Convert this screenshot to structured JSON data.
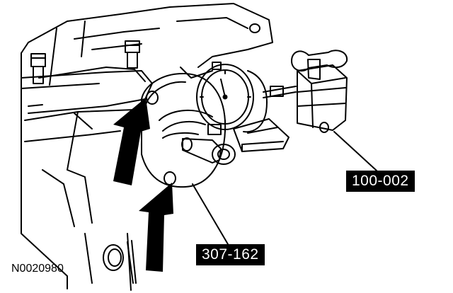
{
  "callouts": {
    "tool_100_002": "100-002",
    "tool_307_162": "307-162"
  },
  "figure_id": "N0020980",
  "colors": {
    "line": "#000000",
    "background": "#ffffff"
  }
}
